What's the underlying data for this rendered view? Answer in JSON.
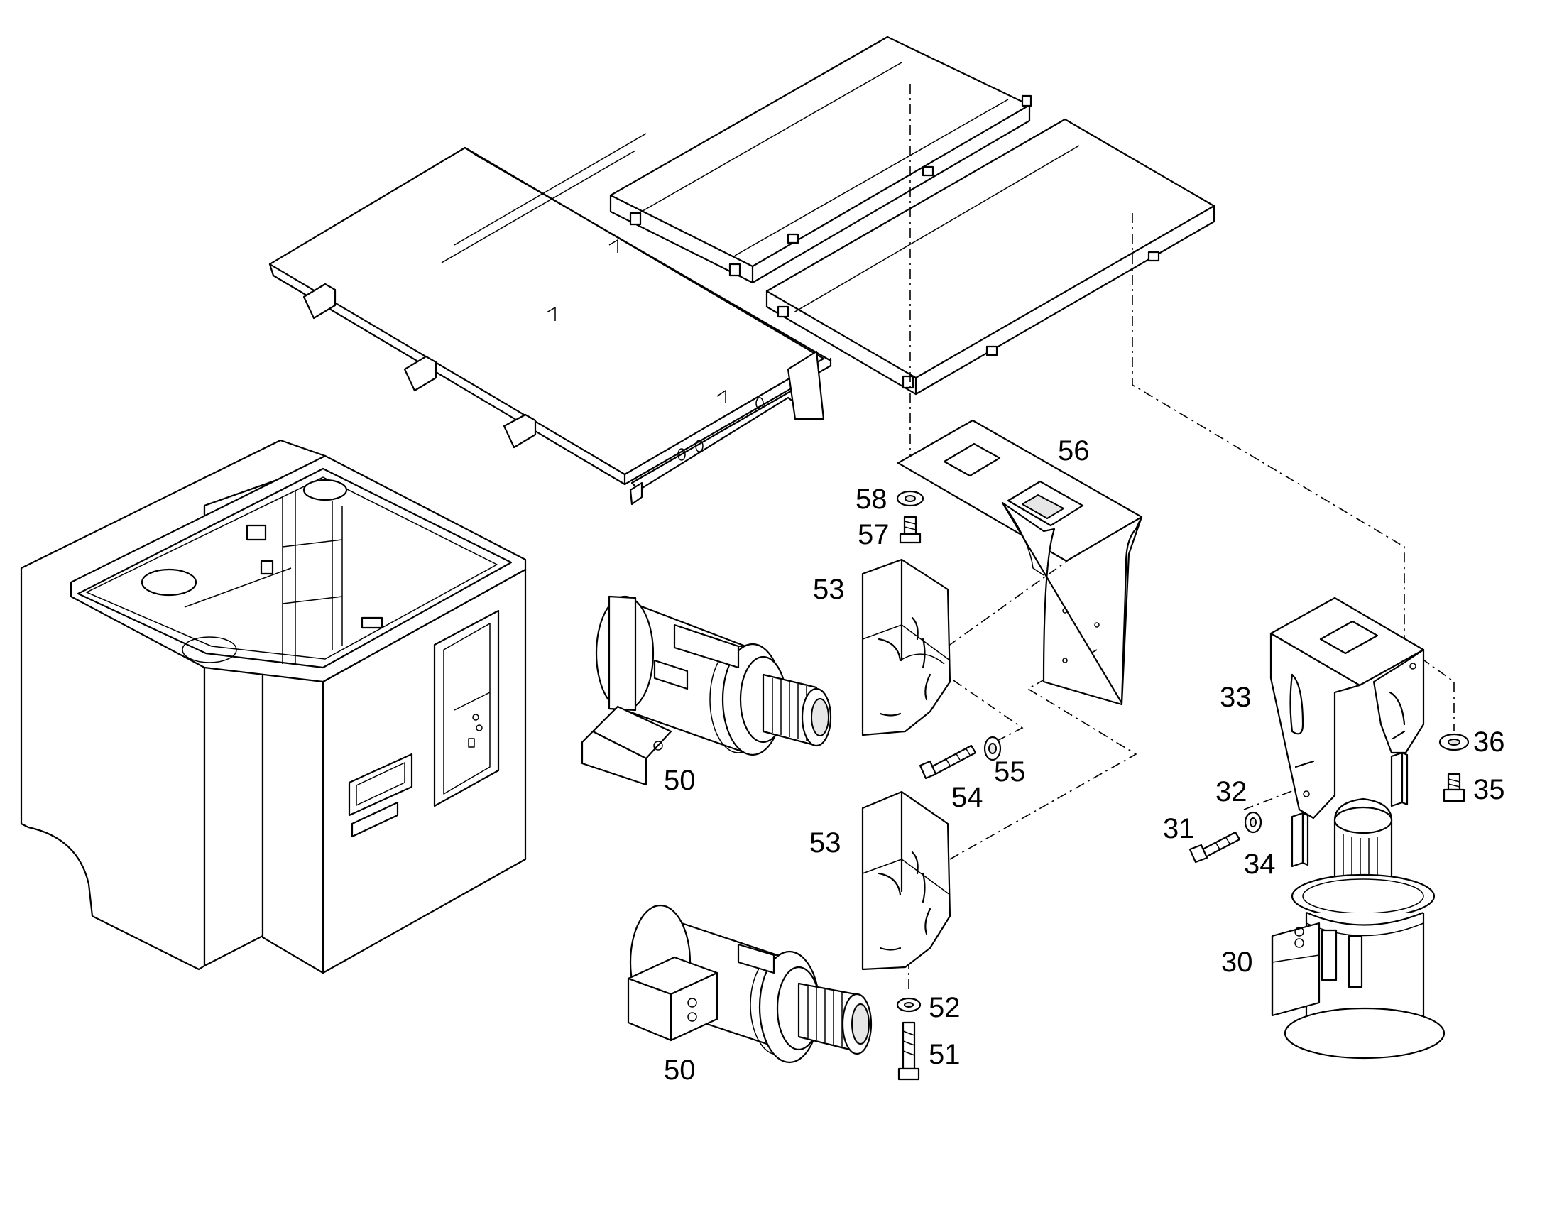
{
  "part_labels": [
    {
      "id": "p56",
      "text": "56"
    },
    {
      "id": "p58",
      "text": "58"
    },
    {
      "id": "p57",
      "text": "57"
    },
    {
      "id": "p53a",
      "text": "53"
    },
    {
      "id": "p50a",
      "text": "50"
    },
    {
      "id": "p54",
      "text": "54"
    },
    {
      "id": "p55",
      "text": "55"
    },
    {
      "id": "p53b",
      "text": "53"
    },
    {
      "id": "p52",
      "text": "52"
    },
    {
      "id": "p51",
      "text": "51"
    },
    {
      "id": "p50b",
      "text": "50"
    },
    {
      "id": "p33",
      "text": "33"
    },
    {
      "id": "p36",
      "text": "36"
    },
    {
      "id": "p35",
      "text": "35"
    },
    {
      "id": "p32",
      "text": "32"
    },
    {
      "id": "p31",
      "text": "31"
    },
    {
      "id": "p34",
      "text": "34"
    },
    {
      "id": "p30",
      "text": "30"
    }
  ],
  "colors": {
    "line": "#000000",
    "background": "#ffffff",
    "shade": "#e6e6e6"
  }
}
